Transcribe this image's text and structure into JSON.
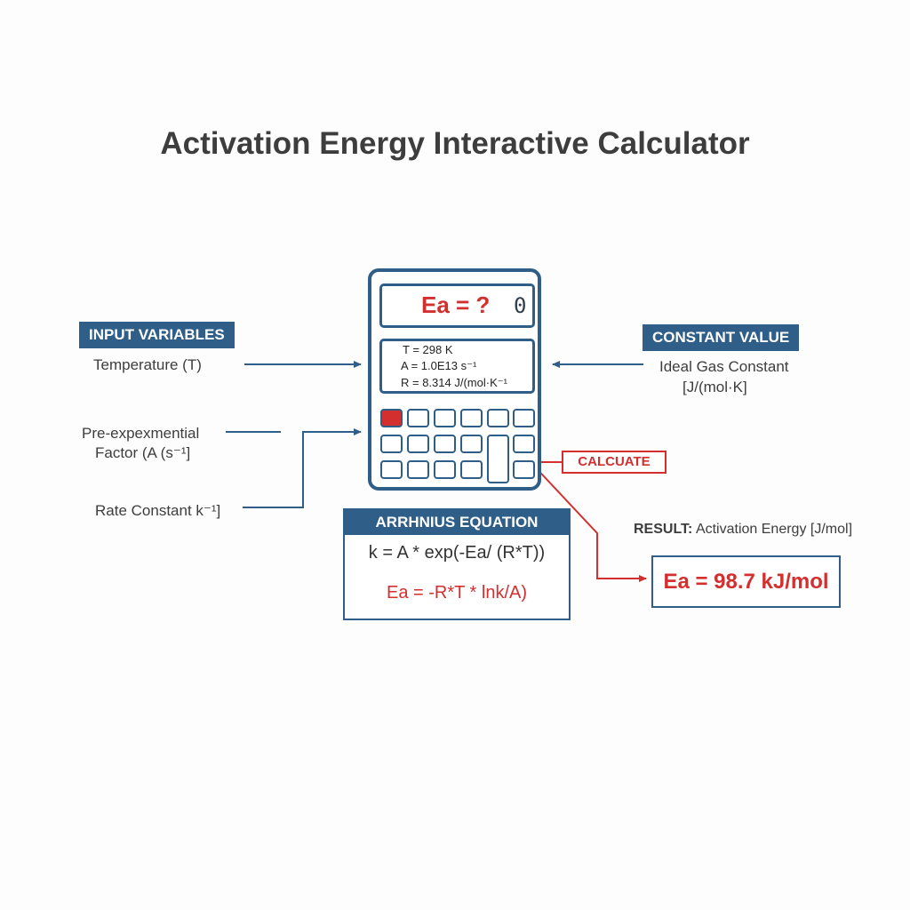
{
  "title": "Activation Energy Interactive Calculator",
  "inputs": {
    "header": "INPUT VARIABLES",
    "temperature": "Temperature (T)",
    "prefactor_line1": "Pre-expexmential",
    "prefactor_line2": "Factor (A (s⁻¹]",
    "rate_constant": "Rate Constant k⁻¹]"
  },
  "constants": {
    "header": "CONSTANT VALUE",
    "line1": "Ideal Gas Constant",
    "line2": "[J/(mol·K]"
  },
  "calculator": {
    "display": "Ea = ?",
    "display_digit": "0",
    "values": [
      "T = 298 K",
      "A = 1.0E13 s⁻¹",
      "R = 8.314 J/(mol·K⁻¹"
    ]
  },
  "calculate_button": "CALCUATE",
  "equation": {
    "header": "ARRHNIUS EQUATION",
    "line1": "k = A * exp(-Ea/ (R*T))",
    "line2": "Ea = -R*T * lnk/A)"
  },
  "result": {
    "label_bold": "RESULT:",
    "label_rest": "Activation Energy [J/mol]",
    "value": "Ea = 98.7 kJ/mol"
  },
  "colors": {
    "primary": "#2f5f88",
    "accent": "#d32f2f",
    "text": "#3d3d3d"
  }
}
